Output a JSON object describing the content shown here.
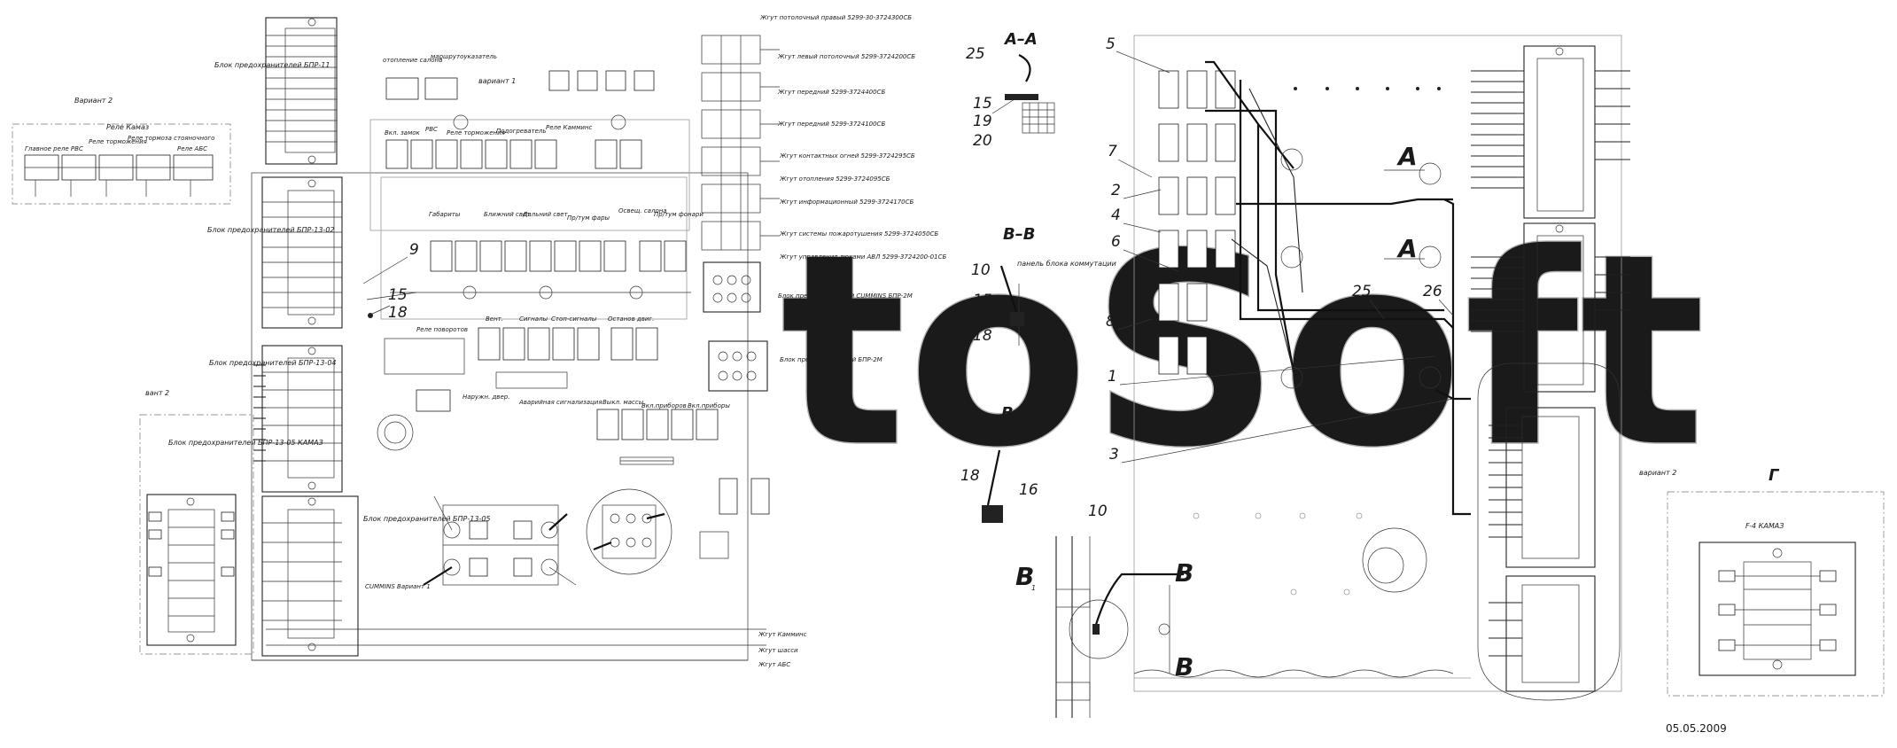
{
  "drawing": {
    "date": "05.05.2009",
    "watermark": "toSoft",
    "variant1": "вариант 1",
    "variant2_left": "Вариант 2",
    "variant2_left2": "вант 2",
    "variant2_right": "вариант 2"
  },
  "relay_panel": {
    "title": "Реле Камаз",
    "labels": [
      "Главное реле РВС",
      "Реле торможения",
      "Реле тормоза стояночного",
      "Реле АБС"
    ]
  },
  "fuse_blocks": {
    "bpr11": "Блок предохранителей БПР-11",
    "bpr1302": "Блок предохранителей БПР-13-02",
    "bpr1304": "Блок предохранителей БПР-13-04",
    "bpr1305": "Блок предохранителей БПР-13-05",
    "bpr1305k": "Блок предохранителей БПР-13-05 КАМАЗ",
    "cummins": "Блок предохранителей CUMMINS БПР-2М",
    "bpr2m": "Блок предохранителей БПР-2М",
    "f4": "F-4 КАМАЗ"
  },
  "switch_panel": {
    "top": [
      "отопление салона",
      "маршрутоуказатель",
      "РВС"
    ],
    "row1": [
      "Вкл. замок",
      "Реле торможения",
      "Подогреватель",
      "Реле Камминс"
    ],
    "row2": [
      "Габариты",
      "Ближний свет",
      "Дальний свет",
      "Пр/тум фары",
      "Освещ. салона",
      "Пр/тум фонари"
    ],
    "relay": "Реле поворотов",
    "row3": [
      "Вент.",
      "Сигналы",
      "Стоп-сигналы",
      "Останов двиг."
    ],
    "row4": [
      "Наружн. двер.",
      "Аварийная сигнализация",
      "Выкл. массы",
      "Вкл.приборов",
      "Вкл.приборы"
    ]
  },
  "harnesses": [
    "Жгут потолочный правый 5299-30-3724300СБ",
    "Жгут левый потолочный 5299-3724200СБ",
    "Жгут передний 5299-3724400СБ",
    "Жгут передний 5299-3724100СБ",
    "Жгут контактных огней 5299-3724295СБ",
    "Жгут отопления 5299-3724095СБ",
    "Жгут информационный 5299-3724170СБ",
    "Жгут системы пожаротушения 5299-3724050СБ",
    "Жгут управления люками АВЛ 5299-3724200-01СБ"
  ],
  "bottom_harnesses": [
    "Жгут Камминс",
    "Жгут шасси",
    "Жгут АБС"
  ],
  "cummins_note": "CUMMINS Вариант 1",
  "sections": {
    "aa": "А–А",
    "bb": "В–В",
    "b1": "В",
    "b1_sub": "1",
    "g": "Г",
    "panel_note": "панель блока коммутации",
    "cut_a": "А",
    "cut_b": "В"
  },
  "callouts": {
    "left": [
      "9",
      "15",
      "18"
    ],
    "aa": [
      "25",
      "15",
      "19",
      "20"
    ],
    "bb": [
      "10",
      "15",
      "18"
    ],
    "b1": [
      "18",
      "16"
    ],
    "bottom": [
      "10"
    ],
    "right": [
      "5",
      "7",
      "2",
      "4",
      "6",
      "8",
      "1",
      "3",
      "25",
      "26"
    ]
  }
}
